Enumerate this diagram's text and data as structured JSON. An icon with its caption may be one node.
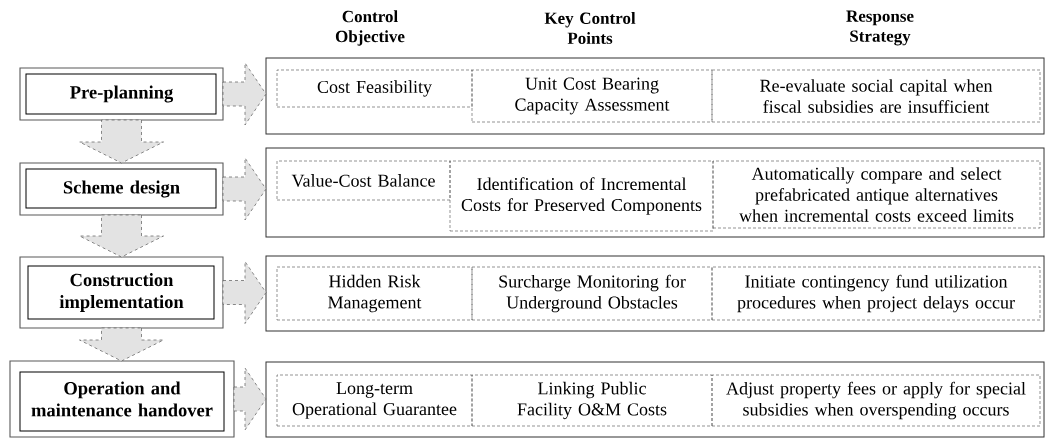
{
  "diagram": {
    "nodes": [
      {
        "text": [
          "Pre-planning"
        ]
      },
      {
        "text": [],
        "shape": "box"
      },
      {
        "text": [
          "Cost Feasibility"
        ],
        "in": 1
      },
      {
        "text": [
          "Unit Cost Bearing Capacity Assessment"
        ],
        "in": 1
      },
      {
        "text": [
          "Re-evaluate social capital when fiscal subsidies are insufficient"
        ],
        "in": 1
      },
      {
        "text": [
          "Scheme design"
        ]
      },
      {
        "text": [],
        "shape": "box"
      },
      {
        "text": [
          "Value-Cost Balance"
        ],
        "in": 6
      },
      {
        "text": [
          "Identification of Incremental Costs for Preserved Components"
        ],
        "in": 6
      },
      {
        "text": [
          "Automatically compare and select prefabricated antique alternatives when incremental costs exceed limits"
        ],
        "in": 6
      },
      {
        "text": [
          "Construction implementation"
        ]
      },
      {
        "text": [],
        "shape": "box"
      },
      {
        "text": [
          "Hidden Risk Management"
        ],
        "in": 11
      },
      {
        "text": [
          "Surcharge Monitoring for Underground Obstacles"
        ],
        "in": 11
      },
      {
        "text": [
          "Initiate contingency fund utilization procedures when project delays occur"
        ],
        "in": 11
      },
      {
        "text": [
          "Operation and maintenance handover"
        ]
      },
      {
        "text": [],
        "shape": "box"
      },
      {
        "text": [
          "Long-term Operational Guarantee"
        ],
        "in": 16
      },
      {
        "text": [
          "Linking Public Facility O&M Costs"
        ],
        "in": 16
      },
      {
        "text": [
          "Adjust property fees or apply for special subsidies when overspending occurs"
        ],
        "in": 16
      }
    ],
    "edges": [
      {
        "from": 0,
        "to": 1,
        "arrow": "to"
      },
      {
        "from": 0,
        "to": 5,
        "arrow": "to"
      },
      {
        "from": 5,
        "to": 6,
        "arrow": "to"
      },
      {
        "from": 5,
        "to": 10,
        "arrow": "to"
      },
      {
        "from": 10,
        "to": 11,
        "arrow": "to"
      },
      {
        "from": 10,
        "to": 15,
        "arrow": "to"
      },
      {
        "from": 15,
        "to": 16,
        "arrow": "to"
      }
    ],
    "labels": [
      "Control Objective",
      "Key Control Points",
      "Response Strategy"
    ]
  }
}
